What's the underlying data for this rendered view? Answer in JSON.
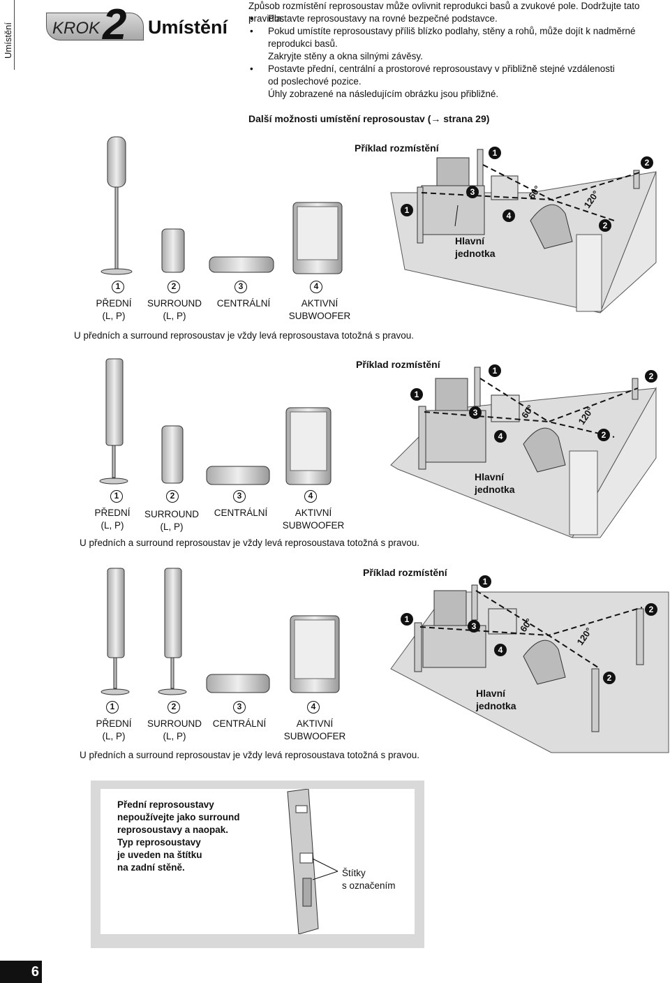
{
  "sidebar_label": "Umístění",
  "step": {
    "word": "KROK",
    "number": "2",
    "title": "Umístění"
  },
  "intro": "Způsob rozmístění reprosoustav může ovlivnit reprodukci basů a zvukové pole. Dodržujte tato pravidla:",
  "bullets": [
    {
      "text": "Postavte reprosoustavy na rovné bezpečné podstavce.",
      "bullet": true
    },
    {
      "text": "Pokud umístíte reprosoustavy příliš blízko podlahy, stěny a rohů, může dojít k nadměrné",
      "bullet": true
    },
    {
      "text": "reprodukci basů.",
      "bullet": false
    },
    {
      "text": "Zakryjte stěny a okna silnými závěsy.",
      "bullet": false
    },
    {
      "text": "Postavte přední, centrální a prostorové reprosoustavy v přibližně stejné vzdálenosti",
      "bullet": true
    },
    {
      "text": "od poslechové pozice.",
      "bullet": false
    },
    {
      "text": "Úhly zobrazené na následujícím obrázku jsou přibližné.",
      "bullet": false
    }
  ],
  "more_options": "Další možnosti umístění reprosoustav (→ strana 29)",
  "example_label": "Příklad rozmístění",
  "main_unit": "Hlavní\njednotka",
  "angles": {
    "a60": "60°",
    "a120": "120°"
  },
  "nums": {
    "n1": "1",
    "n2": "2",
    "n3": "3",
    "n4": "4"
  },
  "speakers": {
    "front": "PŘEDNÍ\n(L, P)",
    "surround": "SURROUND\n(L, P)",
    "center": "CENTRÁLNÍ",
    "sub": "AKTIVNÍ\nSUBWOOFER"
  },
  "note": "U předních a surround reprosoustav je vždy levá reprosoustava totožná s pravou.",
  "callout": {
    "text": "Přední reprosoustavy\nnepoužívejte jako surround\nreprosoustavy a naopak.\nTyp reprosoustavy\nje uveden na štítku\nna zadní stěně.",
    "tags": "Štítky\ns označením"
  },
  "page_number": "6"
}
